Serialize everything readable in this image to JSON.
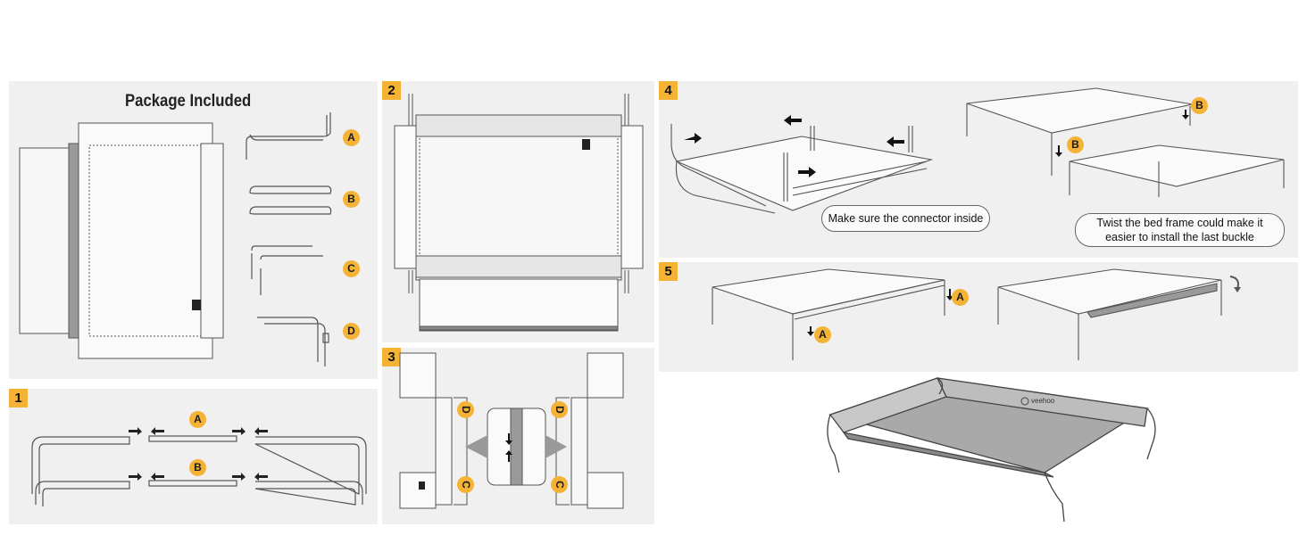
{
  "package": {
    "title": "Package Included"
  },
  "part_labels": {
    "a": "A",
    "b": "B",
    "c": "C",
    "d": "D"
  },
  "steps": {
    "s1": "1",
    "s2": "2",
    "s3": "3",
    "s4": "4",
    "s5": "5"
  },
  "notes": {
    "connector": "Make sure the connector inside",
    "twist_line1": "Twist the bed frame could make it",
    "twist_line2": "easier to install the last buckle"
  },
  "brand": "veehoo",
  "colors": {
    "accent": "#f5b335",
    "panel": "#f0f0f0",
    "line": "#444444",
    "fabric": "#a9a9a9"
  },
  "icons": [
    "arrow-icon",
    "rotate-arrow-icon",
    "brand-logo-icon"
  ]
}
